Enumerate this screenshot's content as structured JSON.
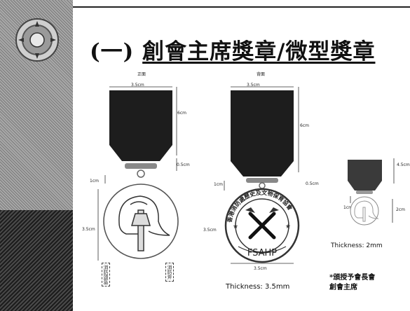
{
  "title": {
    "prefix": "(一)",
    "main": "創會主席獎章/微型獎章"
  },
  "medal_1": {
    "caption": "正面",
    "ribbon_width": "3.5cm",
    "ribbon_height": "6cm",
    "loop": "0.5cm",
    "ring": "1cm",
    "disc_diameter": "3.5cm",
    "left_label": "消防頭盔",
    "right_label": "消防斧"
  },
  "medal_2": {
    "caption": "背面",
    "ribbon_width": "3.5cm",
    "ribbon_height": "6cm",
    "loop": "0.5cm",
    "ring": "1cm",
    "disc_diameter": "3.5cm",
    "bottom_width": "3.5cm",
    "disc_text": "FSAHP",
    "ring_text": "香港消防處歷史及文物保育協會",
    "thickness": "Thickness: 3.5mm"
  },
  "medal_3": {
    "ribbon_height": "4.5cm",
    "ring": "1cm",
    "disc": "2cm",
    "thickness": "Thickness: 2mm"
  },
  "note": {
    "line1": "*頒授予會長會",
    "line2": "創會主席"
  },
  "colors": {
    "ribbon": "#1d1d1d",
    "ribbon_small": "#3a3a3a"
  }
}
